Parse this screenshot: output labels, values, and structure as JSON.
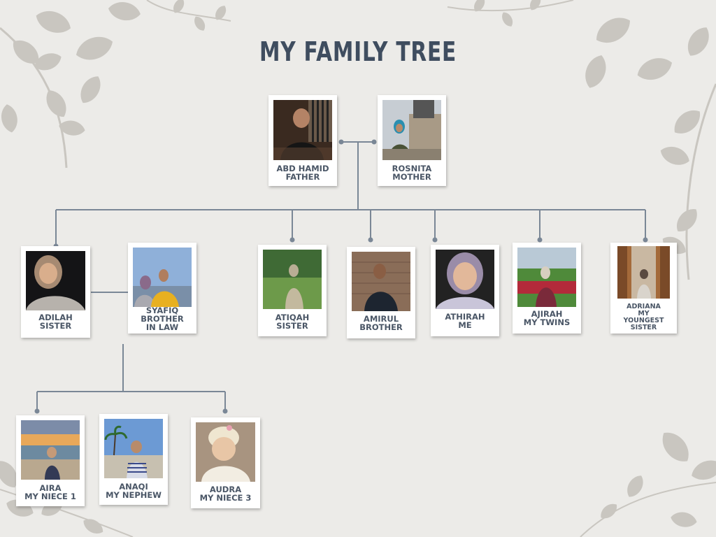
{
  "title": "MY FAMILY TREE",
  "colors": {
    "background": "#ecebe8",
    "connector": "#7a8796",
    "title": "#3f4d5f",
    "leaf": "#c9c6c0"
  },
  "decor_icons": [
    "leaf-branch-icon",
    "leaf-branch-icon",
    "leaf-branch-icon",
    "leaf-branch-icon"
  ],
  "parents": [
    {
      "name": "ABD HAMID",
      "relation": "FATHER"
    },
    {
      "name": "ROSNITA",
      "relation": "MOTHER"
    }
  ],
  "children": [
    {
      "name": "ADILAH",
      "relation": "SISTER"
    },
    {
      "name": "SYAFIQ",
      "relation": "BROTHER IN LAW"
    },
    {
      "name": "ATIQAH",
      "relation": "SISTER"
    },
    {
      "name": "AMIRUL",
      "relation": "BROTHER"
    },
    {
      "name": "ATHIRAH",
      "relation": "ME"
    },
    {
      "name": "AJIRAH",
      "relation": "MY TWINS"
    },
    {
      "name": "ADRIANA",
      "relation": "MY YOUNGEST SISTER",
      "relation_lines": [
        "MY",
        "YOUNGEST",
        "SISTER"
      ]
    }
  ],
  "grandchildren": [
    {
      "name": "AIRA",
      "relation": "MY NIECE 1"
    },
    {
      "name": "ANAQI",
      "relation": "MY NEPHEW"
    },
    {
      "name": "AUDRA",
      "relation": "MY NIECE 3"
    }
  ]
}
